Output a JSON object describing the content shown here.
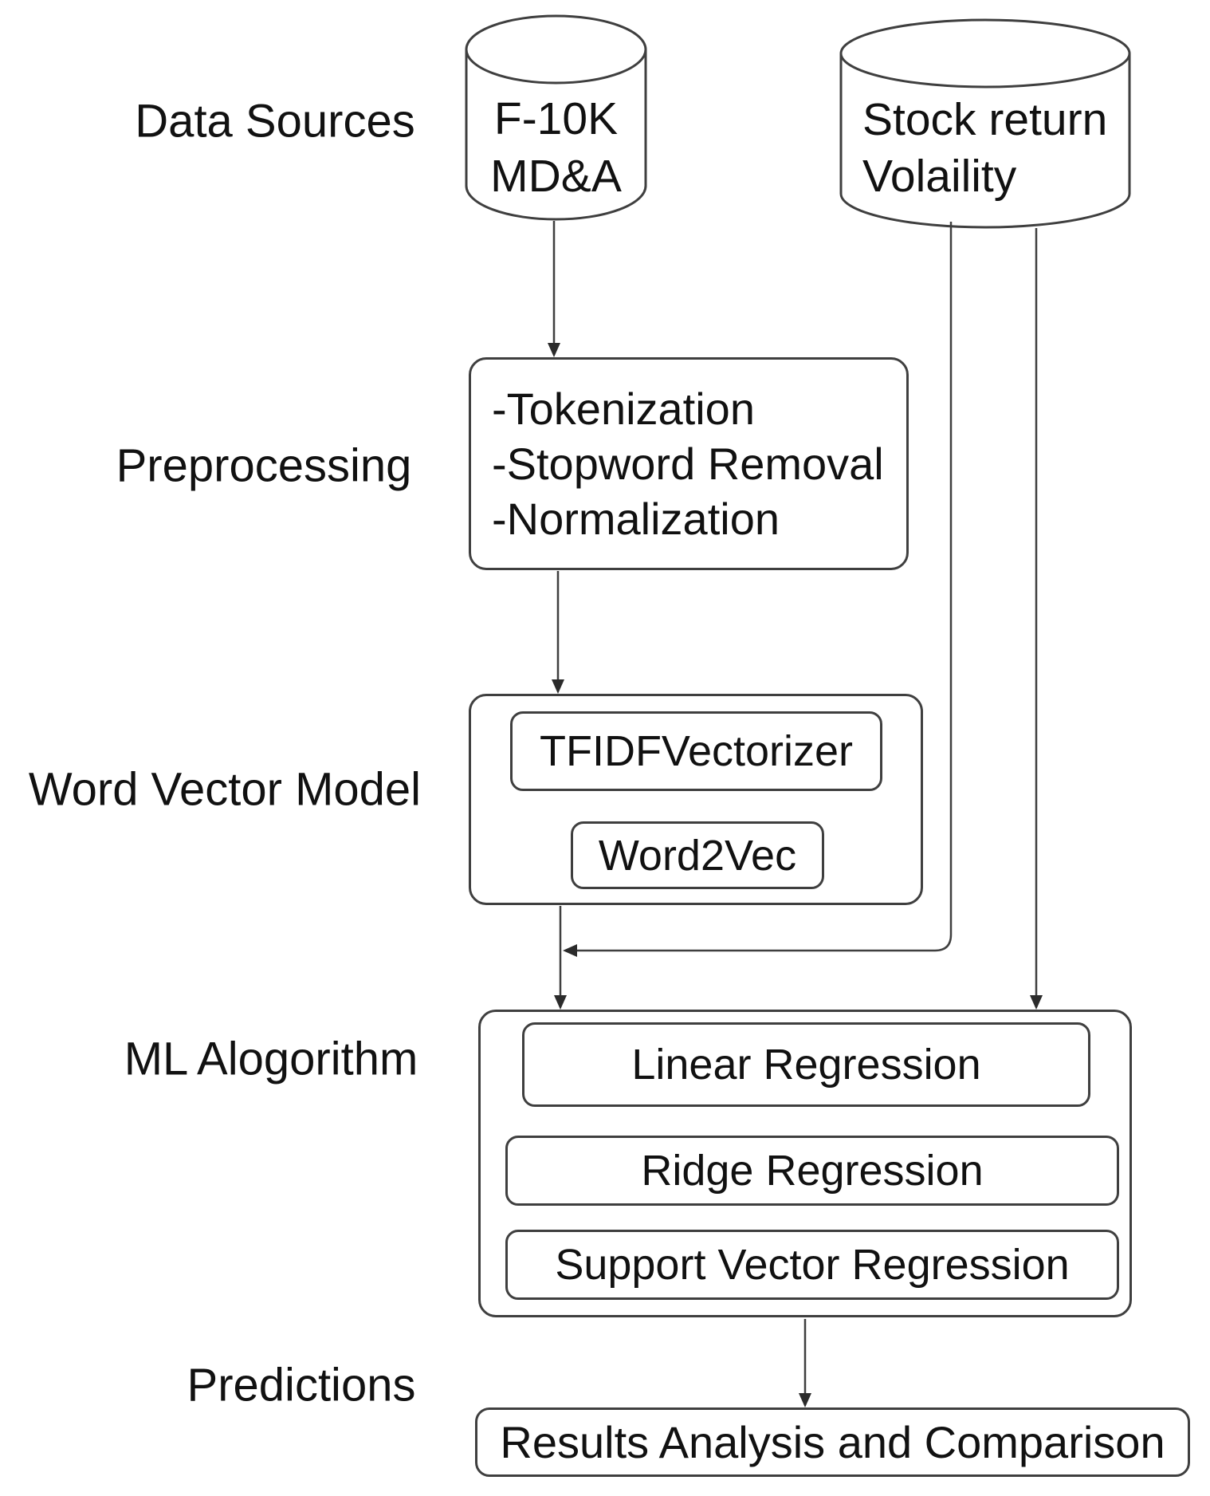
{
  "diagram": {
    "title_context": "NLP stock volatility prediction pipeline flowchart",
    "stage_labels": {
      "data_sources": "Data Sources",
      "preprocessing": "Preprocessing",
      "word_vector_model": "Word Vector Model",
      "ml_algorithm": "ML Alogorithm",
      "predictions": "Predictions"
    },
    "data_sources": {
      "f10k_db": {
        "line1": "F-10K",
        "line2": "MD&A"
      },
      "stock_db": {
        "line1": "Stock return",
        "line2": "Volaility"
      }
    },
    "preprocessing_steps": {
      "step1": "-Tokenization",
      "step2": "-Stopword Removal",
      "step3": "-Normalization"
    },
    "word_vector_models": {
      "tfidf": "TFIDFVectorizer",
      "word2vec": "Word2Vec"
    },
    "ml_algorithms": {
      "linear": "Linear Regression",
      "ridge": "Ridge Regression",
      "svr": "Support Vector Regression"
    },
    "results_label": "Results Analysis and Comparison",
    "colors": {
      "line": "#3f3f3f",
      "text": "#111111",
      "background": "#ffffff",
      "node_fill": "#ffffff"
    }
  }
}
